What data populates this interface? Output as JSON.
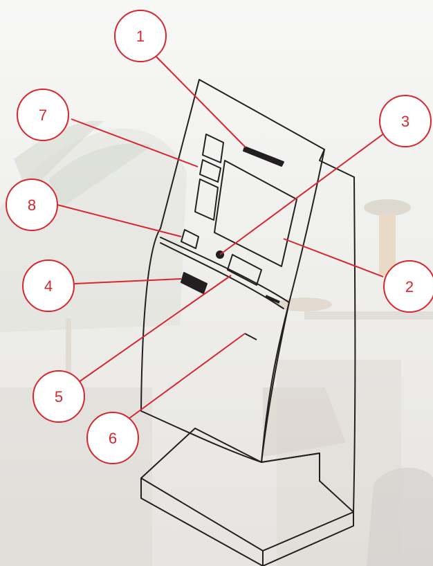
{
  "diagram": {
    "accent_color": "#d7262e",
    "line_color": "#231f20",
    "callouts": [
      {
        "id": "1",
        "label": "1"
      },
      {
        "id": "2",
        "label": "2"
      },
      {
        "id": "3",
        "label": "3"
      },
      {
        "id": "4",
        "label": "4"
      },
      {
        "id": "5",
        "label": "5"
      },
      {
        "id": "6",
        "label": "6"
      },
      {
        "id": "7",
        "label": "7"
      },
      {
        "id": "8",
        "label": "8"
      }
    ]
  }
}
